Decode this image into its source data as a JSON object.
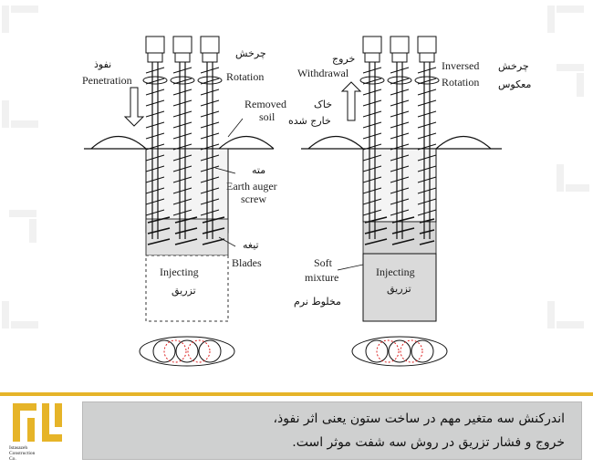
{
  "figure": {
    "left": {
      "penetration_fa": "نفوذ",
      "penetration_en": "Penetration",
      "rotation_fa": "چرخش",
      "rotation_en": "Rotation",
      "removed_soil_en_1": "Removed",
      "removed_soil_en_2": "soil",
      "auger_fa": "مته",
      "auger_en_1": "Earth auger",
      "auger_en_2": "screw",
      "blades_fa": "تیغه",
      "blades_en": "Blades",
      "injecting_en": "Injecting",
      "injecting_fa": "تزریق"
    },
    "right": {
      "withdrawal_fa": "خروج",
      "withdrawal_en": "Withdrawal",
      "inversed_rotation_fa_1": "چرخش",
      "inversed_rotation_fa_2": "معکوس",
      "inversed_rotation_en_1": "Inversed",
      "inversed_rotation_en_2": "Rotation",
      "removed_soil_fa_1": "خاک",
      "removed_soil_fa_2": "خارج شده",
      "soft_mixture_en_1": "Soft",
      "soft_mixture_en_2": "mixture",
      "soft_mixture_fa": "مخلوط نرم",
      "injecting_en": "Injecting",
      "injecting_fa": "تزریق"
    }
  },
  "caption": {
    "line1": "اندرکنش سه متغیر مهم در ساخت ستون یعنی اثر نفوذ،",
    "line2": "خروج و فشار تزریق در روش سه شفت موثر است."
  },
  "logo": {
    "text_1": "Istasazeh",
    "text_2": "Construction",
    "text_3": "Co.",
    "accent_color": "#e6b428"
  }
}
